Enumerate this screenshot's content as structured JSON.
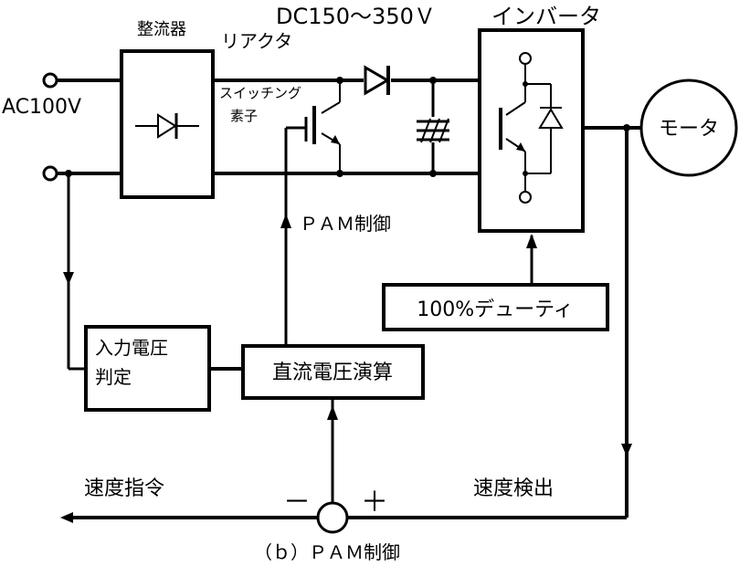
{
  "header": {
    "voltage_range": "DC150～350Ｖ",
    "inverter": "インバータ"
  },
  "labels": {
    "ac_input": "AC100V",
    "rectifier": "整流器",
    "reactor": "リアクタ",
    "switching_line1": "スイッチング",
    "switching_line2": "素子",
    "pam_control": "ＰＡＭ制御",
    "motor": "モータ",
    "duty": "100%デューティ",
    "input_voltage_line1": "入力電圧",
    "input_voltage_line2": "判定",
    "dc_voltage_calc": "直流電圧演算",
    "speed_command": "速度指令",
    "speed_detect": "速度検出",
    "minus": "－",
    "plus": "＋",
    "caption": "（ｂ）ＰＡＭ制御"
  },
  "colors": {
    "line": "#000000",
    "background": "#ffffff"
  }
}
